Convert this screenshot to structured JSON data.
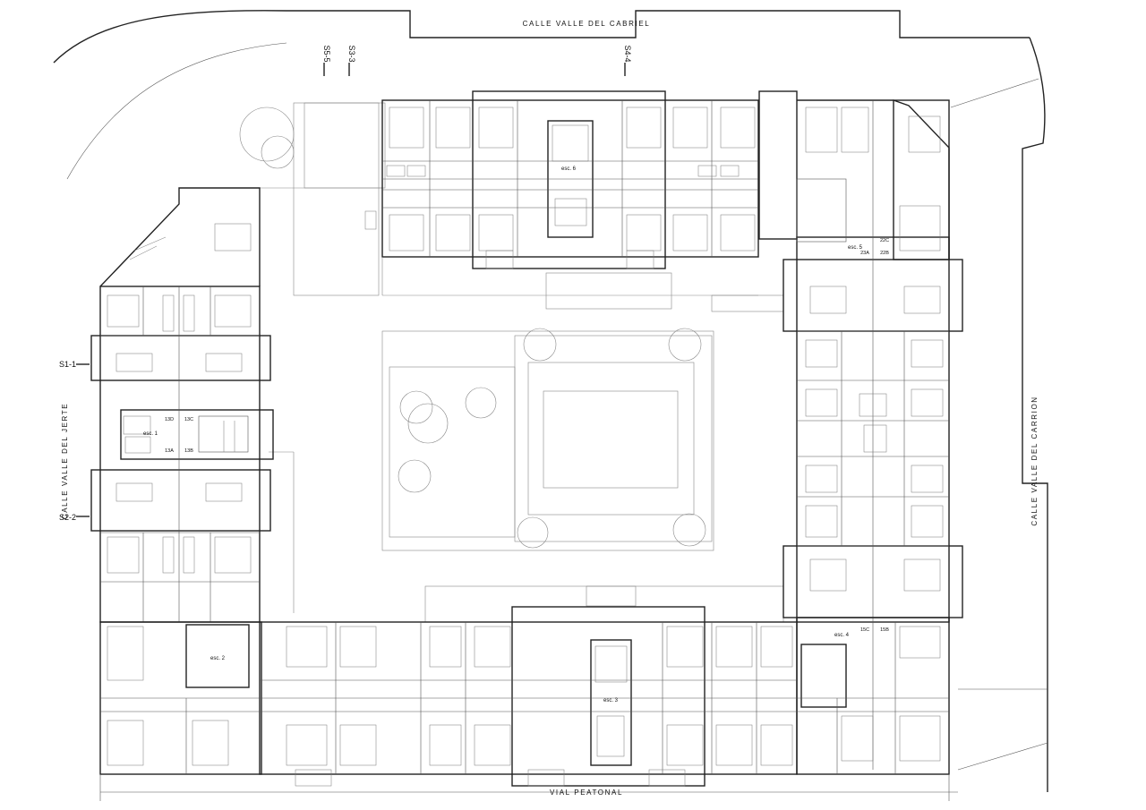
{
  "streets": {
    "north": "CALLE VALLE DEL CABRIEL",
    "east": "CALLE VALLE DEL CARRION",
    "west": "CALLE VALLE DEL JERTE",
    "south": "VIAL PEATONAL"
  },
  "section_marks": {
    "s55": "S5-5",
    "s33": "S3-3",
    "s44": "S4-4",
    "s11": "S1-1",
    "s22": "S2-2"
  },
  "stairs": {
    "esc1": "esc. 1",
    "esc2": "esc. 2",
    "esc3": "esc. 3",
    "esc4": "esc. 4",
    "esc5": "esc. 5",
    "esc6": "esc. 6"
  },
  "unit_labels": {
    "e1_a": "13D",
    "e1_b": "13C",
    "e1_c": "13A",
    "e1_d": "13B",
    "e5_a": "22C",
    "e5_b": "23A",
    "e5_c": "22B",
    "e4_a": "15C",
    "e4_b": "15B"
  }
}
